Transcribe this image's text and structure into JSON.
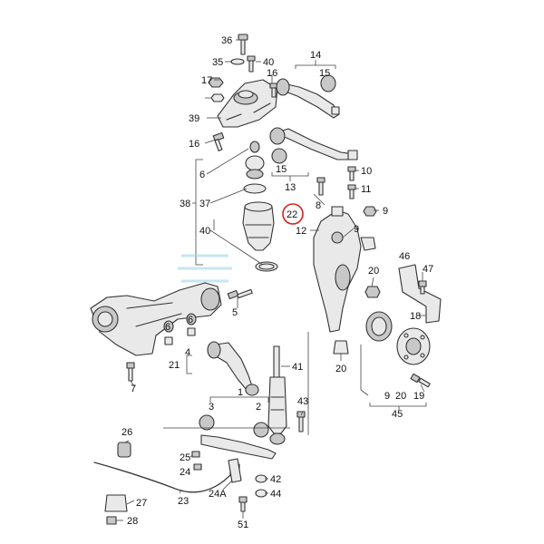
{
  "colors": {
    "highlight": "#d81e1e",
    "watermark": "#9ad3e6"
  },
  "highlighted_part": "22",
  "watermark": {
    "text": "SOI",
    "type": "logo"
  },
  "callouts": [
    {
      "id": "c36",
      "label": "36"
    },
    {
      "id": "c35",
      "label": "35"
    },
    {
      "id": "c40a",
      "label": "40"
    },
    {
      "id": "c16a",
      "label": "16"
    },
    {
      "id": "c14",
      "label": "14"
    },
    {
      "id": "c15a",
      "label": "15"
    },
    {
      "id": "c17",
      "label": "17"
    },
    {
      "id": "c39",
      "label": "39"
    },
    {
      "id": "c16b",
      "label": "16"
    },
    {
      "id": "c6a",
      "label": "6"
    },
    {
      "id": "c38",
      "label": "38"
    },
    {
      "id": "c37",
      "label": "37"
    },
    {
      "id": "c40b",
      "label": "40"
    },
    {
      "id": "c22",
      "label": "22"
    },
    {
      "id": "c15b",
      "label": "15"
    },
    {
      "id": "c13",
      "label": "13"
    },
    {
      "id": "c10",
      "label": "10"
    },
    {
      "id": "c11",
      "label": "11"
    },
    {
      "id": "c8",
      "label": "8"
    },
    {
      "id": "c9a",
      "label": "9"
    },
    {
      "id": "c9b",
      "label": "9"
    },
    {
      "id": "c12",
      "label": "12"
    },
    {
      "id": "c46",
      "label": "46"
    },
    {
      "id": "c47",
      "label": "47"
    },
    {
      "id": "c20a",
      "label": "20"
    },
    {
      "id": "c18",
      "label": "18"
    },
    {
      "id": "c5",
      "label": "5"
    },
    {
      "id": "c6b",
      "label": "6"
    },
    {
      "id": "c6c",
      "label": "6"
    },
    {
      "id": "c4",
      "label": "4"
    },
    {
      "id": "c21",
      "label": "21"
    },
    {
      "id": "c7",
      "label": "7"
    },
    {
      "id": "c41",
      "label": "41"
    },
    {
      "id": "c20b",
      "label": "20"
    },
    {
      "id": "c3",
      "label": "3"
    },
    {
      "id": "c2",
      "label": "2"
    },
    {
      "id": "c1",
      "label": "1"
    },
    {
      "id": "c43",
      "label": "43"
    },
    {
      "id": "c9c",
      "label": "9"
    },
    {
      "id": "c20c",
      "label": "20"
    },
    {
      "id": "c45",
      "label": "45"
    },
    {
      "id": "c19",
      "label": "19"
    },
    {
      "id": "c26",
      "label": "26"
    },
    {
      "id": "c25",
      "label": "25"
    },
    {
      "id": "c24",
      "label": "24"
    },
    {
      "id": "c42",
      "label": "42"
    },
    {
      "id": "c24a",
      "label": "24A"
    },
    {
      "id": "c44",
      "label": "44"
    },
    {
      "id": "c27",
      "label": "27"
    },
    {
      "id": "c23",
      "label": "23"
    },
    {
      "id": "c51",
      "label": "51"
    },
    {
      "id": "c28",
      "label": "28"
    }
  ]
}
